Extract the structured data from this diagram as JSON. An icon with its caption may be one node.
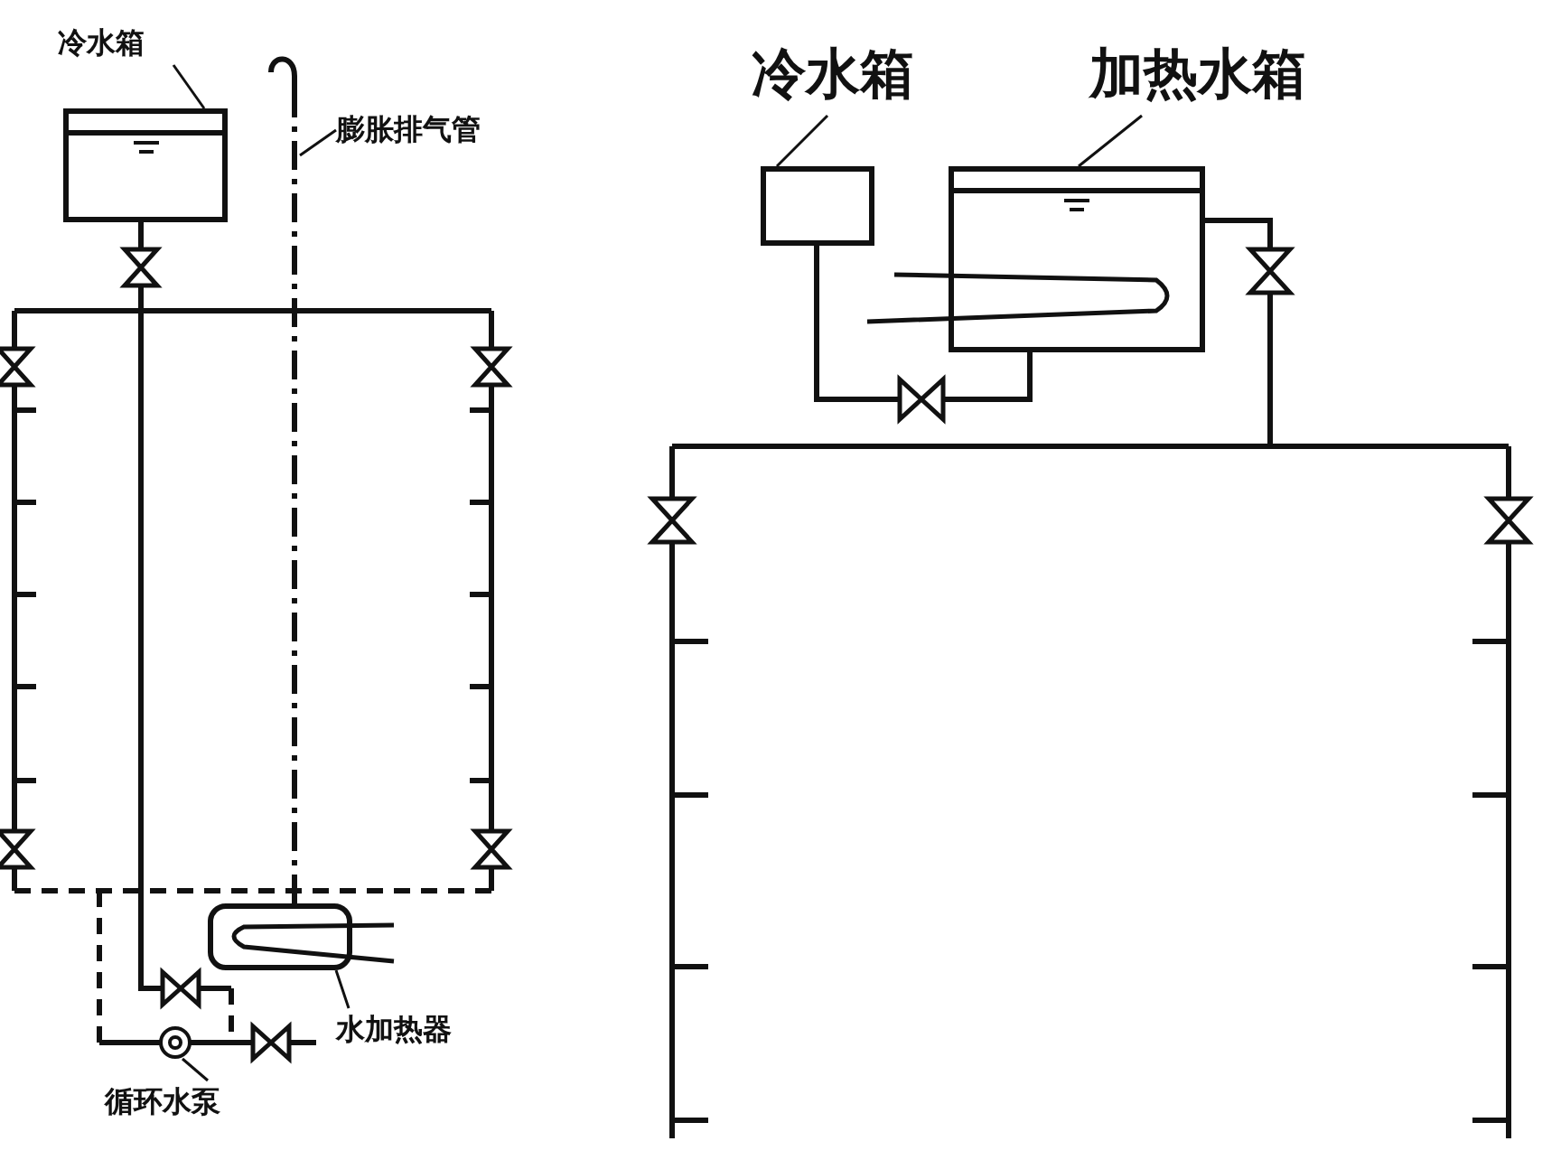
{
  "diagram": {
    "nodes": [
      {
        "text": [
          "冷水箱"
        ]
      },
      {
        "text": [],
        "shape": "box"
      },
      {
        "text": [
          "膨胀排气管"
        ]
      },
      {
        "text": [],
        "shape": "box"
      },
      {
        "text": [
          "水加热器"
        ]
      },
      {
        "text": [],
        "shape": "circle"
      },
      {
        "text": [
          "循环水泵"
        ]
      },
      {
        "text": [
          "冷水箱"
        ]
      },
      {
        "text": [
          "加热水箱"
        ]
      },
      {
        "text": [],
        "shape": "box"
      },
      {
        "text": [],
        "shape": "box"
      }
    ],
    "edges": [
      {
        "from": 0,
        "to": 1,
        "arrow": "none"
      },
      {
        "from": 2,
        "to": null,
        "arrow": "none"
      },
      {
        "from": 4,
        "to": 3,
        "arrow": "none"
      },
      {
        "from": 6,
        "to": 5,
        "arrow": "none"
      },
      {
        "from": 7,
        "to": 9,
        "arrow": "none"
      },
      {
        "from": 8,
        "to": 10,
        "arrow": "none"
      },
      {
        "from": 9,
        "to": 10,
        "arrow": "none",
        "style": "thick"
      }
    ]
  }
}
